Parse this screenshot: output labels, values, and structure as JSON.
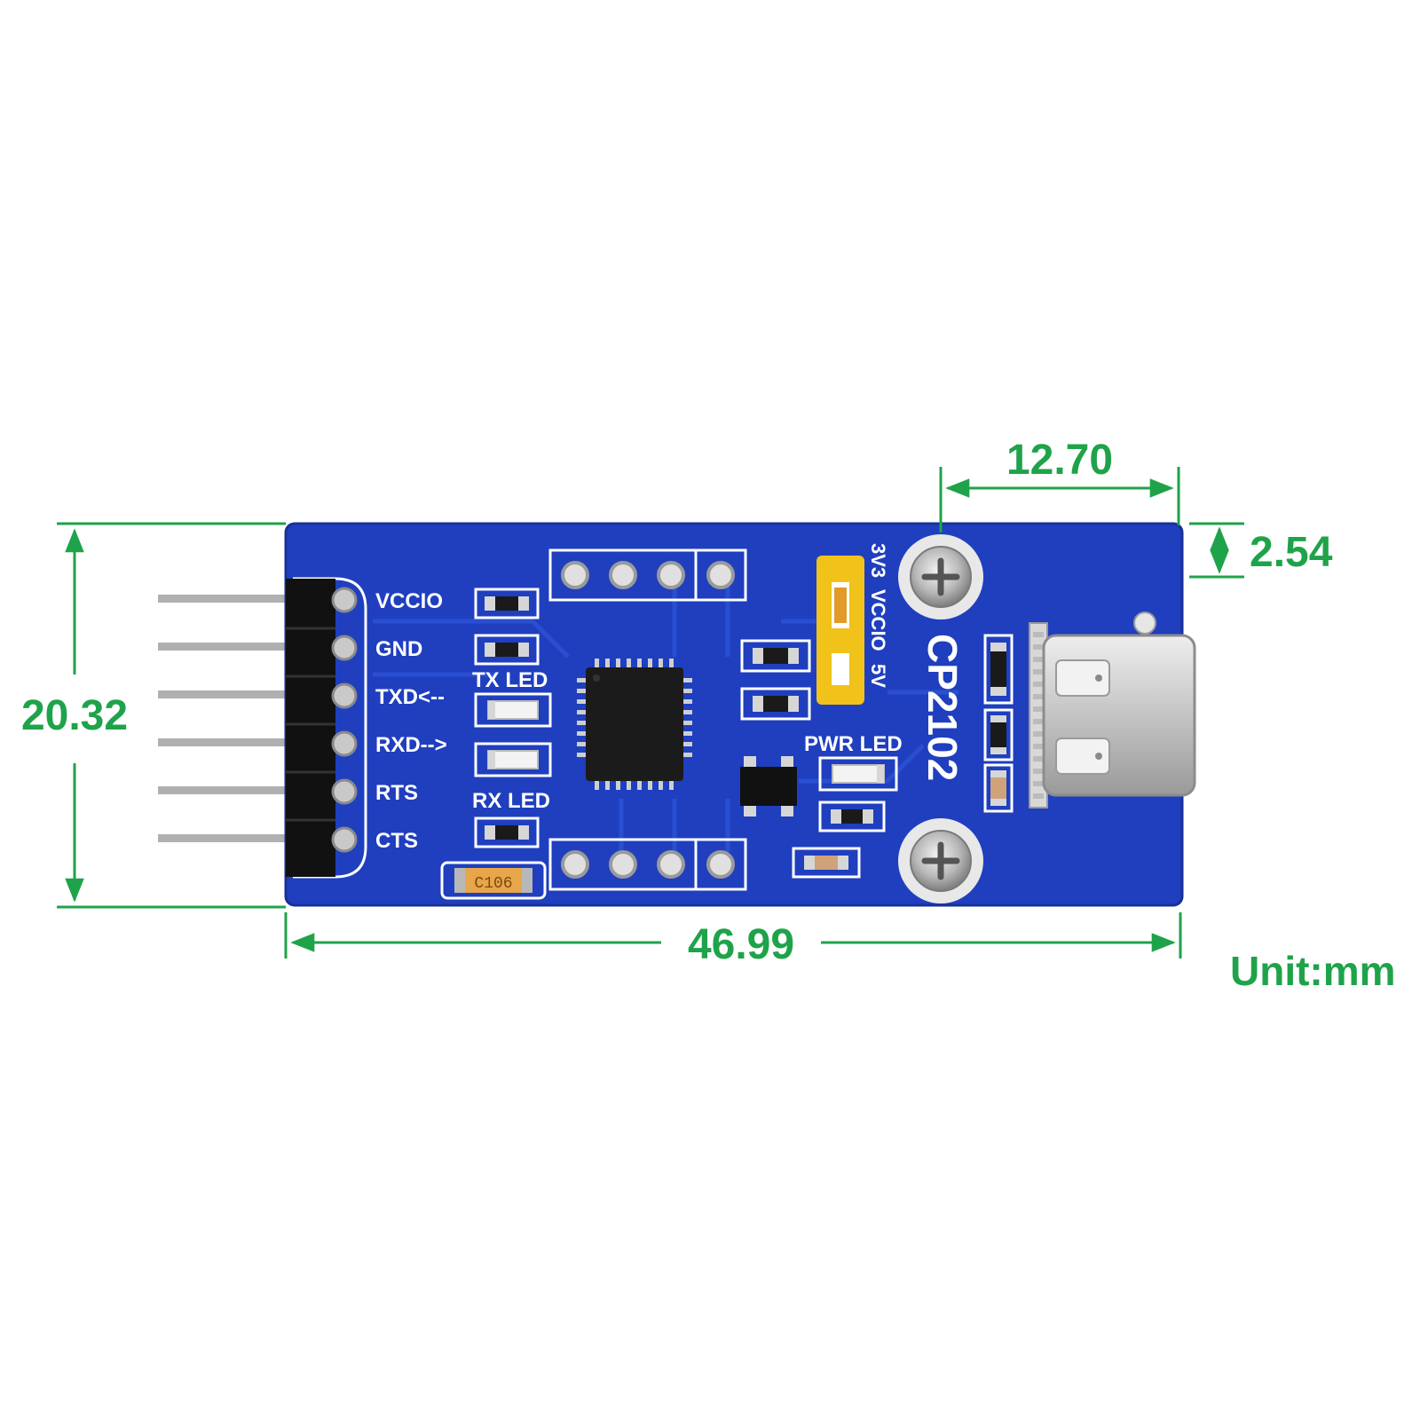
{
  "dimensions": {
    "height": "20.32",
    "width": "46.99",
    "connector_width": "12.70",
    "hole_offset": "2.54",
    "unit": "Unit:mm"
  },
  "board": {
    "model": "CP2102",
    "pins": [
      "VCCIO",
      "GND",
      "TXD<--",
      "RXD-->",
      "RTS",
      "CTS"
    ],
    "tx_led": "TX LED",
    "rx_led": "RX LED",
    "pwr_led": "PWR LED",
    "jumper_labels": [
      "3V3",
      "VCCIO",
      "5V"
    ],
    "capacitor": "C106"
  },
  "colors": {
    "dimension": "#1fa34a",
    "pcb": "#1f3fbf",
    "silkscreen": "#ffffff"
  }
}
